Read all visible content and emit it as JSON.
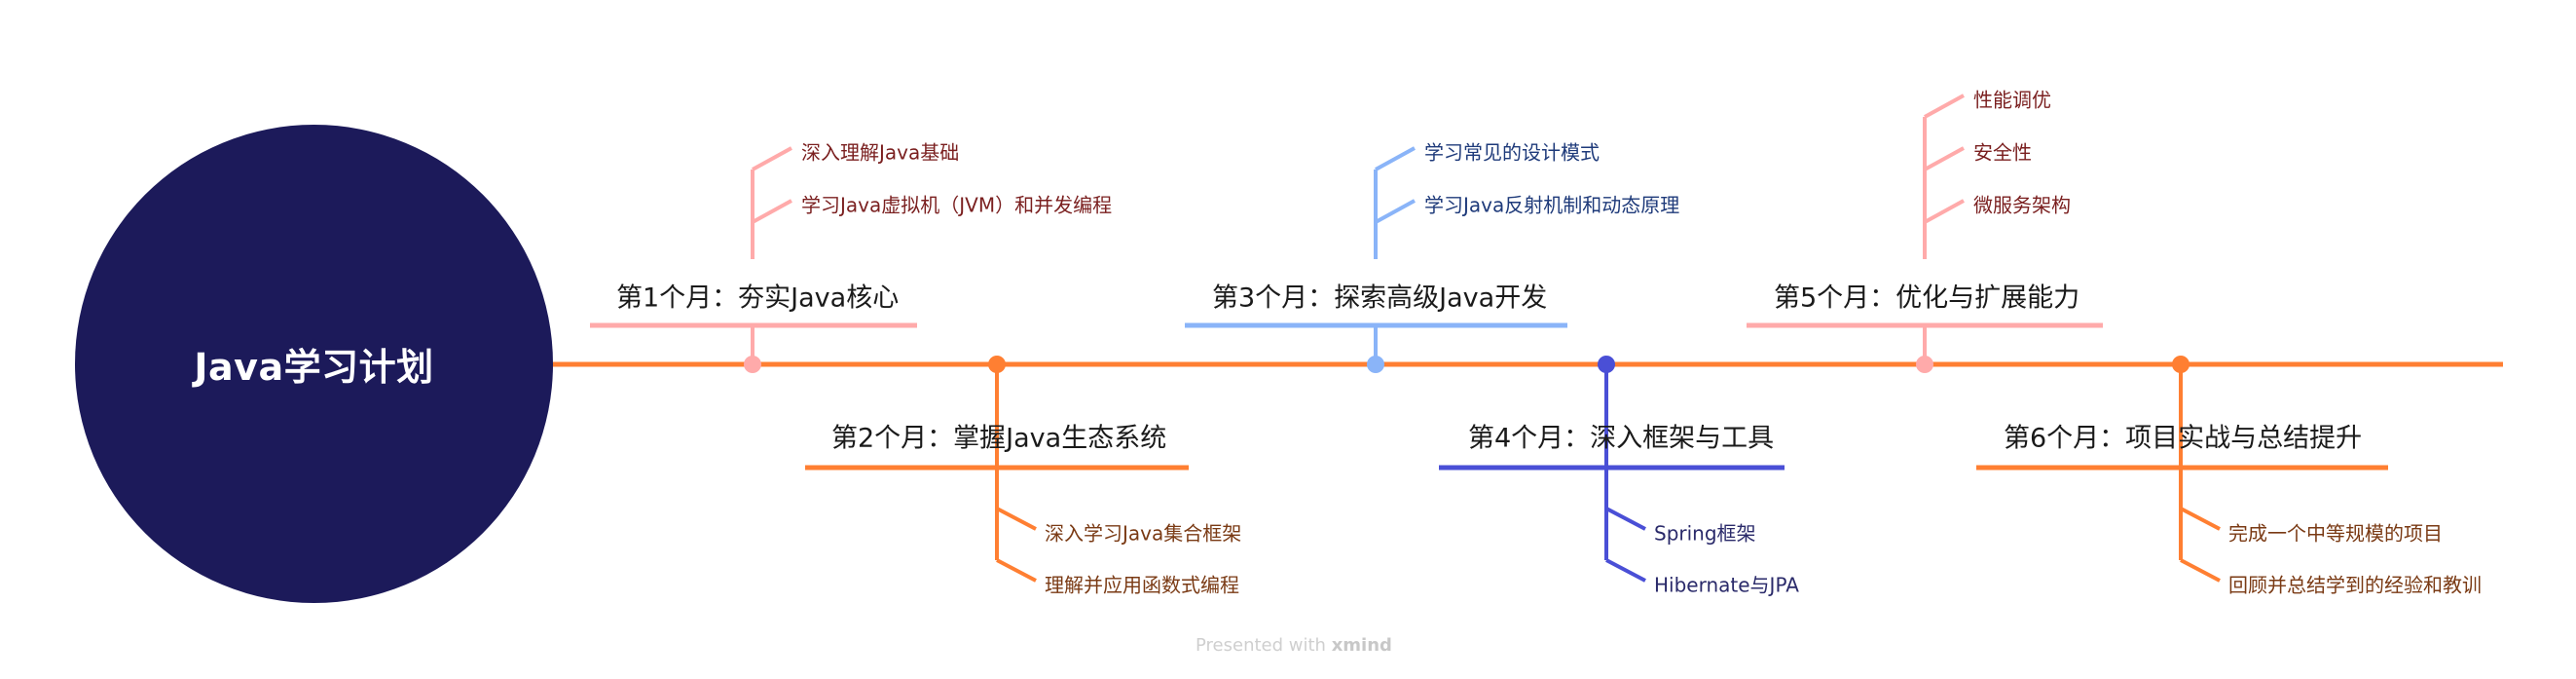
{
  "root": {
    "title": "Java学习计划",
    "color": "#1c1a5a"
  },
  "timeline_color": "#ff7f32",
  "months": [
    {
      "label": "第1个月：夯实Java核心",
      "position": "top",
      "line_color": "#ffaaaa",
      "leaf_color": "#7a1f1f",
      "leaves": [
        "深入理解Java基础",
        "学习Java虚拟机（JVM）和并发编程"
      ]
    },
    {
      "label": "第2个月：掌握Java生态系统",
      "position": "bottom",
      "line_color": "#ff7f32",
      "leaf_color": "#7a3a14",
      "leaves": [
        "深入学习Java集合框架",
        "理解并应用函数式编程"
      ]
    },
    {
      "label": "第3个月：探索高级Java开发",
      "position": "top",
      "line_color": "#8ab4f8",
      "leaf_color": "#1e3a7a",
      "leaves": [
        "学习常见的设计模式",
        "学习Java反射机制和动态原理"
      ]
    },
    {
      "label": "第4个月：深入框架与工具",
      "position": "bottom",
      "line_color": "#4a4fd6",
      "leaf_color": "#2a2a6a",
      "leaves": [
        "Spring框架",
        "Hibernate与JPA"
      ]
    },
    {
      "label": "第5个月：优化与扩展能力",
      "position": "top",
      "line_color": "#ffaaaa",
      "leaf_color": "#7a1f1f",
      "leaves": [
        "性能调优",
        "安全性",
        "微服务架构"
      ]
    },
    {
      "label": "第6个月：项目实战与总结提升",
      "position": "bottom",
      "line_color": "#ff7f32",
      "leaf_color": "#7a3a14",
      "leaves": [
        "完成一个中等规模的项目",
        "回顾并总结学到的经验和教训"
      ]
    }
  ],
  "footer": {
    "prefix": "Presented with",
    "brand": "xmind"
  }
}
